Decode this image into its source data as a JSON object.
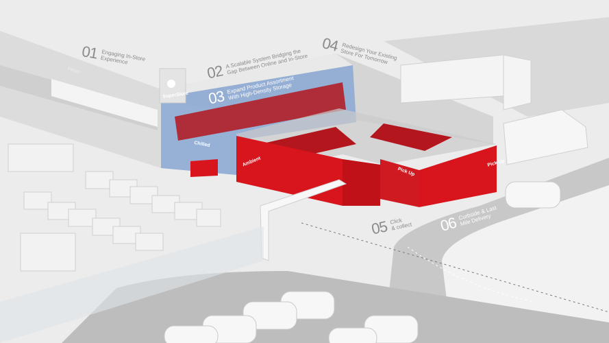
{
  "brand": {
    "store_name": "SuperStore"
  },
  "zones": {
    "fresh": "Fresh",
    "chilled": "Chilled",
    "ambient": "Ambient",
    "pickup_1": "Pick Up",
    "pickup_2": "Pick Up"
  },
  "steps": [
    {
      "number": "01",
      "text": "Engaging In-Store\nExperience"
    },
    {
      "number": "02",
      "text": "A Scalable System Bridging the\nGap Between Online and In-Store"
    },
    {
      "number": "03",
      "text": "Expand Product Assortment\nWith High-Density Storage"
    },
    {
      "number": "04",
      "text": "Redesign Your Existing\nStore For Tomorrow"
    },
    {
      "number": "05",
      "text": "Click\n& collect"
    },
    {
      "number": "06",
      "text": "Curbside & Last\nMile Delivery"
    }
  ],
  "colors": {
    "accent_red": "#d8141c",
    "chilled_blue": "#7f9fcf",
    "floor": "#ececec",
    "road": "#b9b9b9"
  }
}
